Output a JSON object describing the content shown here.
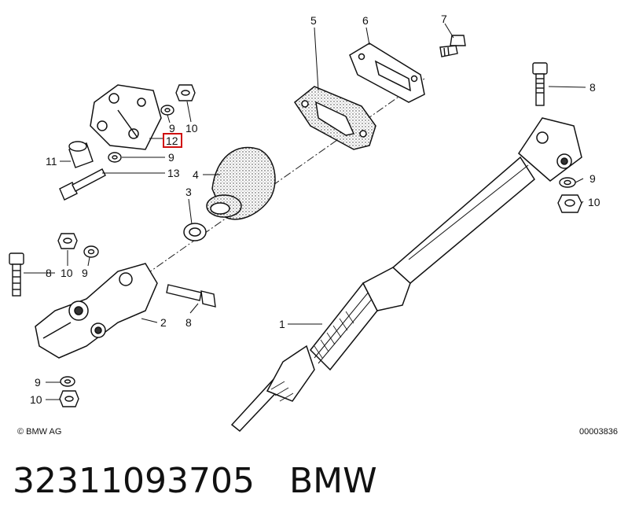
{
  "callouts": {
    "c1": "1",
    "c2": "2",
    "c3": "3",
    "c4": "4",
    "c5": "5",
    "c6": "6",
    "c7": "7",
    "c8_top_right": "8",
    "c8_left": "8",
    "c8_bolt_mid": "8",
    "c9_top": "9",
    "c9_top2": "9",
    "c9_right": "9",
    "c9_left": "9",
    "c10_top": "10",
    "c10_right": "10",
    "c10_mid": "10",
    "c10_left": "10",
    "c11": "11",
    "c12": "12",
    "c13": "13"
  },
  "highlight_color": "#d01010",
  "copyright": "© BMW AG",
  "diagram_id": "00003836",
  "footer": {
    "part_number": "32311093705",
    "brand": "BMW"
  }
}
